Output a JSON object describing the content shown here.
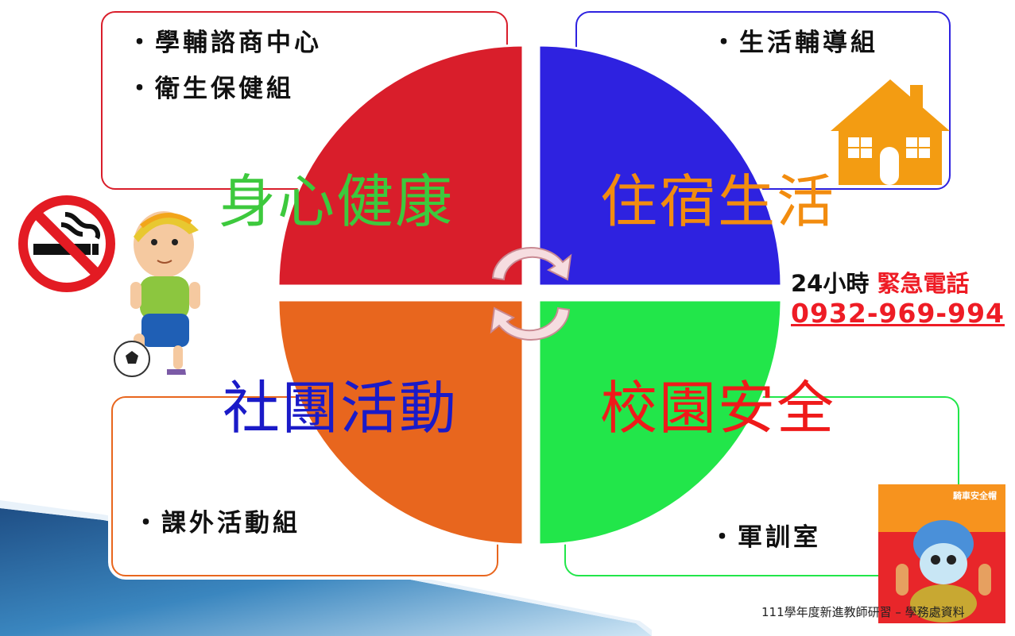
{
  "quadrants": {
    "top_left": {
      "label": "身心健康",
      "color": "#d91e2b",
      "text_color": "#3dc93d"
    },
    "top_right": {
      "label": "住宿生活",
      "color": "#2e22e0",
      "text_color": "#f28c0f"
    },
    "bottom_left": {
      "label": "社團活動",
      "color": "#e8661e",
      "text_color": "#1a1ac8"
    },
    "bottom_right": {
      "label": "校園安全",
      "color": "#22e64a",
      "text_color": "#ef1a1a"
    }
  },
  "boxes": {
    "top_left": {
      "items": [
        "學輔諮商中心",
        "衛生保健組"
      ],
      "border": "#d91e2b"
    },
    "top_right": {
      "items": [
        "生活輔導組"
      ],
      "border": "#2e22e0"
    },
    "bottom_left": {
      "items": [
        "課外活動組"
      ],
      "border": "#e8661e"
    },
    "bottom_right": {
      "items": [
        "軍訓室"
      ],
      "border": "#22e64a"
    }
  },
  "hotline": {
    "prefix": "24小時",
    "label": "緊急電話",
    "number": "0932-969-994"
  },
  "footer": "111學年度新進教師研習 – 學務處資料",
  "icons": [
    "no-smoking-icon",
    "house-icon",
    "cycle-arrows-icon",
    "soccer-boy-illustration",
    "safety-helmet-poster"
  ]
}
